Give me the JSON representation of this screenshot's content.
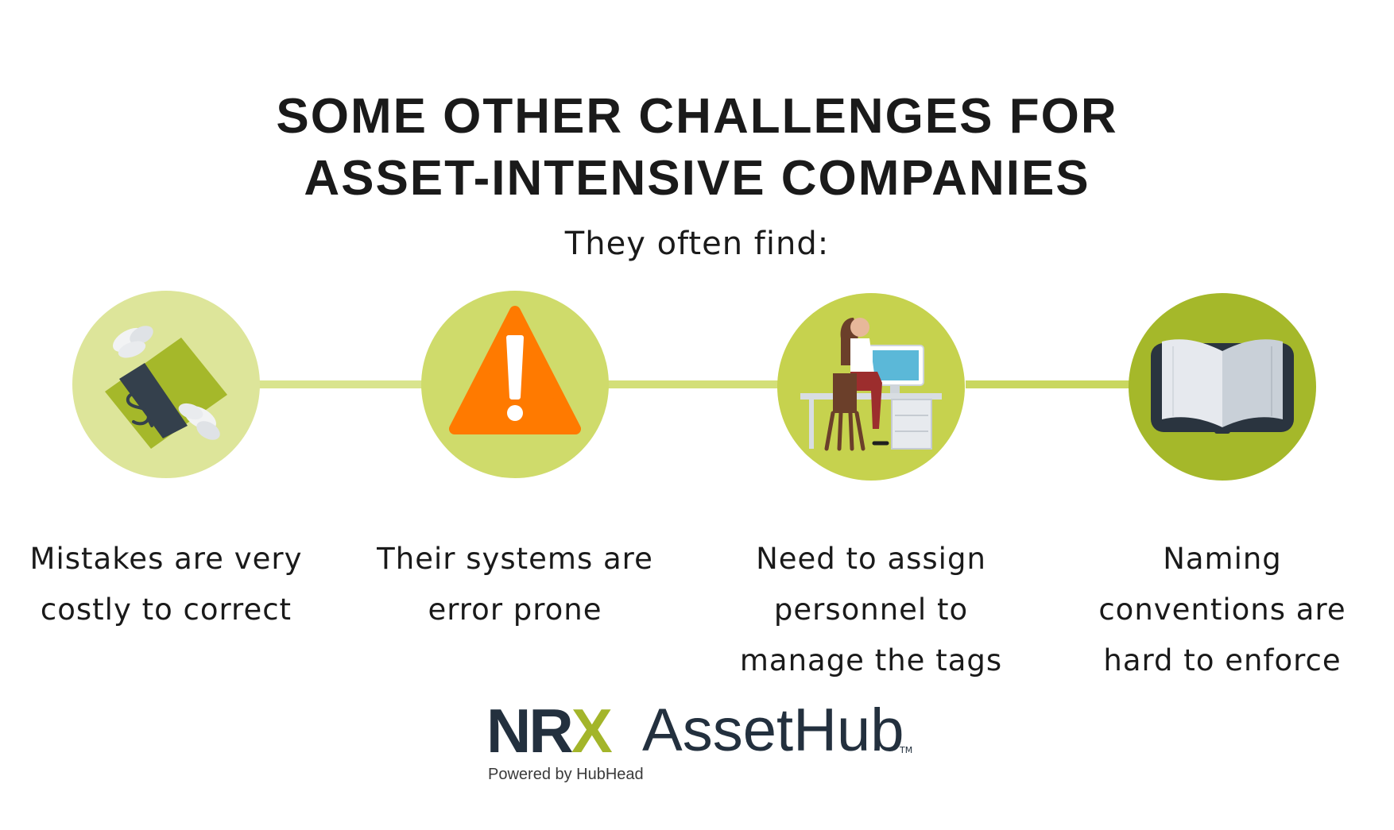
{
  "title_line1": "SOME OTHER CHALLENGES FOR",
  "title_line2": "ASSET-INTENSIVE COMPANIES",
  "subtitle": "They often find:",
  "items": [
    {
      "icon": "flying-money-icon",
      "line1": "Mistakes are very",
      "line2": "costly to correct",
      "line3": ""
    },
    {
      "icon": "warning-triangle-icon",
      "line1": "Their systems are",
      "line2": "error prone",
      "line3": ""
    },
    {
      "icon": "person-at-computer-icon",
      "line1": "Need to assign",
      "line2": "personnel to",
      "line3": "manage the tags"
    },
    {
      "icon": "open-book-icon",
      "line1": "Naming",
      "line2": "conventions are",
      "line3": "hard to enforce"
    }
  ],
  "logo": {
    "mark_n": "N",
    "mark_r": "R",
    "mark_x": "X",
    "name": "AssetHub",
    "tm": "TM",
    "powered": "Powered by HubHead"
  },
  "colors": {
    "circle_light": "#dde59a",
    "circle_mid": "#cfdb6b",
    "circle_dark": "#a5b82a",
    "connector": "#d9e48e",
    "warning": "#ff7a00",
    "navy": "#23303e"
  }
}
